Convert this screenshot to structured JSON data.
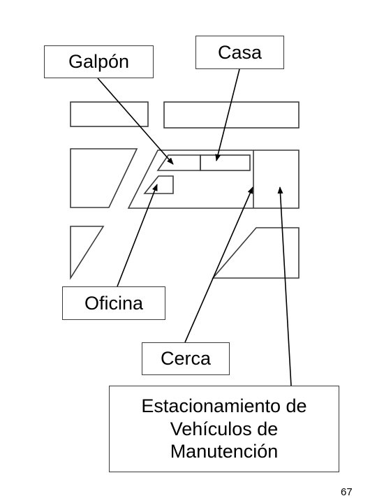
{
  "labels": {
    "galpon": "Galpón",
    "casa": "Casa",
    "oficina": "Oficina",
    "cerca": "Cerca",
    "estacionamiento": "Estacionamiento de Vehículos de Manutención"
  },
  "page_number": "67",
  "colors": {
    "stroke": "#3a3a3a",
    "background": "#ffffff",
    "text": "#000000"
  }
}
